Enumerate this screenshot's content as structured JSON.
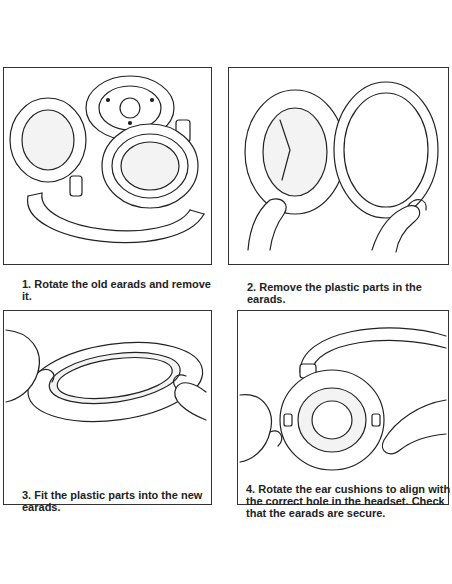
{
  "diagram": {
    "nodes": [
      {
        "text": [
          "1. Rotate the old earads and remove it."
        ]
      },
      {
        "text": [
          "2. Remove the plastic parts in the earads."
        ]
      },
      {
        "text": [
          "3. Fit the plastic parts into the new earads."
        ]
      },
      {
        "text": [
          "4. Rotate the ear cushions to align with the correct hole in the headset. Check that the earads are secure."
        ]
      }
    ]
  }
}
